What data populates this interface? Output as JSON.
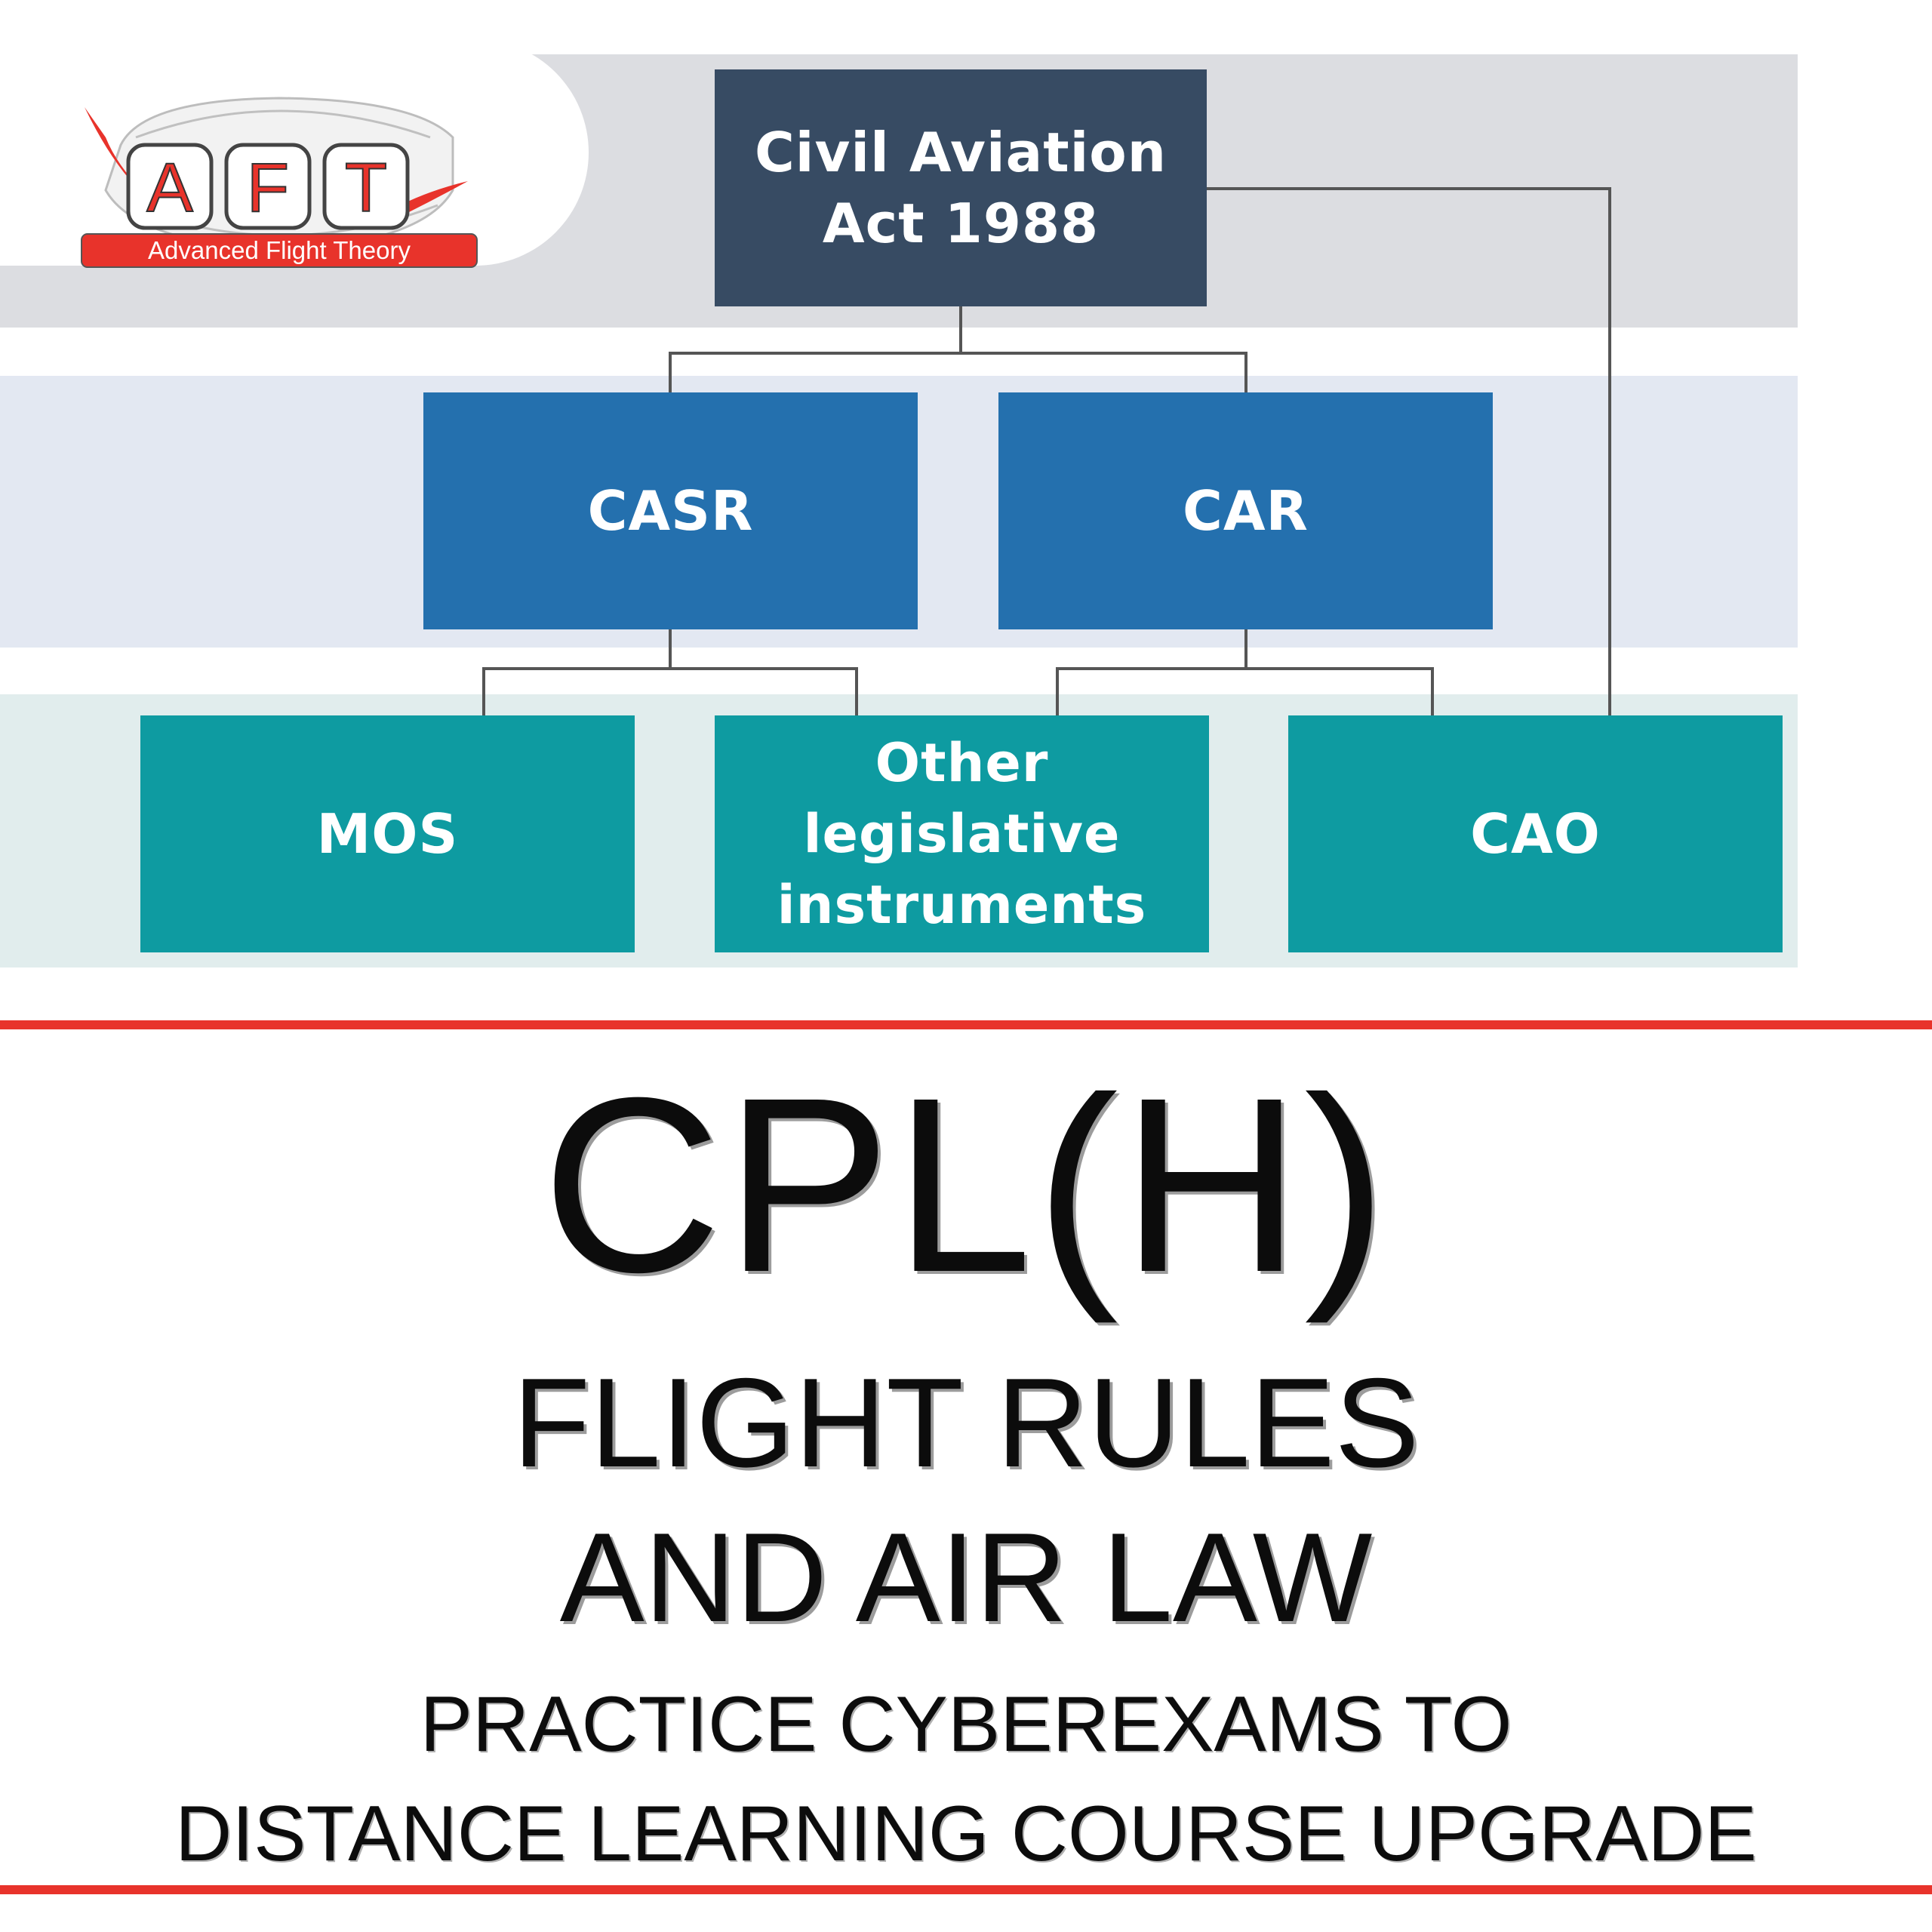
{
  "logo": {
    "letters": [
      "A",
      "F",
      "T"
    ],
    "tagline": "Advanced Flight Theory",
    "icon": "flight-computer-dial-icon",
    "colors": {
      "red": "#e8332b",
      "dial": "#c8c8c8"
    }
  },
  "diagram": {
    "root": {
      "label": "Civil Aviation Act 1988"
    },
    "level2": [
      {
        "label": "CASR"
      },
      {
        "label": "CAR"
      }
    ],
    "level3": [
      {
        "label": "MOS"
      },
      {
        "label": "Other legislative instruments"
      },
      {
        "label": "CAO"
      }
    ],
    "colors": {
      "root": "#374b63",
      "level2": "#2470ae",
      "level3": "#0e9ba1",
      "connector": "#555555"
    }
  },
  "title": {
    "main": "CPL(H)",
    "subtitle_line1": "FLIGHT RULES",
    "subtitle_line2": "AND AIR LAW",
    "tagline_line1": "PRACTICE CYBEREXAMS TO",
    "tagline_line2": "DISTANCE LEARNING COURSE UPGRADE"
  },
  "accent_color": "#e8332b"
}
